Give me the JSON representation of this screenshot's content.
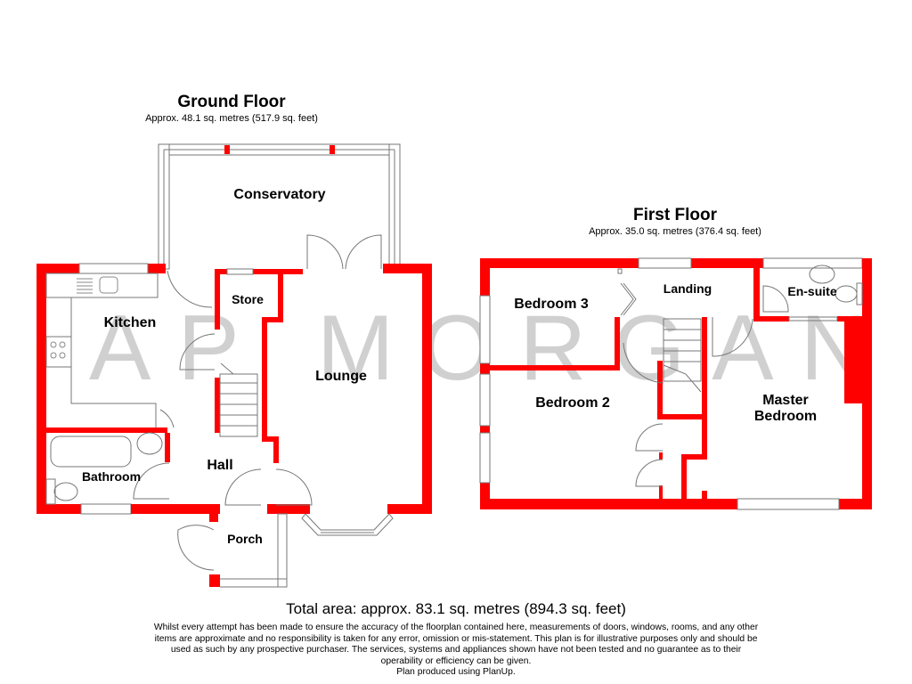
{
  "watermark": "AP MORGAN",
  "colors": {
    "wall": "#ff0000",
    "fixture_line": "#777777",
    "watermark": "#c8c8c8",
    "background": "#ffffff"
  },
  "ground_floor": {
    "title": "Ground Floor",
    "area": "Approx. 48.1 sq. metres (517.9 sq. feet)",
    "rooms": {
      "conservatory": "Conservatory",
      "kitchen": "Kitchen",
      "store": "Store",
      "lounge": "Lounge",
      "bathroom": "Bathroom",
      "hall": "Hall",
      "porch": "Porch"
    }
  },
  "first_floor": {
    "title": "First Floor",
    "area": "Approx. 35.0 sq. metres (376.4 sq. feet)",
    "rooms": {
      "bedroom3": "Bedroom 3",
      "landing": "Landing",
      "ensuite": "En-suite",
      "bedroom2": "Bedroom 2",
      "master_line1": "Master",
      "master_line2": "Bedroom"
    }
  },
  "footer": {
    "total_area": "Total area: approx. 83.1 sq. metres (894.3 sq. feet)",
    "disclaimer": "Whilst every attempt has been made to ensure the accuracy of the floorplan contained here, measurements of doors, windows, rooms, and any other items are approximate and no responsibility is taken for any error, omission or mis-statement. This plan is for illustrative purposes only and should be used as such by any prospective purchaser. The services, systems and appliances shown have not been tested and no guarantee as to their operability or efficiency can be given.",
    "credit": "Plan produced using PlanUp."
  }
}
